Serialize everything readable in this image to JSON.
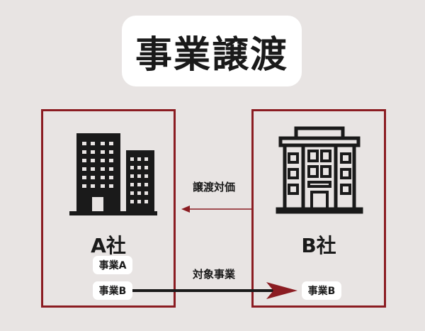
{
  "title": "事業譲渡",
  "company_a": {
    "name": "A社",
    "businesses": [
      "事業A",
      "事業B"
    ]
  },
  "company_b": {
    "name": "B社",
    "business": "事業B"
  },
  "arrows": {
    "consideration": "譲渡対価",
    "transfer": "対象事業"
  },
  "colors": {
    "frame": "#8b1c22",
    "arrow_bold": "#1a1a1a",
    "arrow_thin": "#8b1c22",
    "background": "#e8e4e3"
  },
  "icons": {
    "a_building": "office-tower-icon",
    "b_building": "office-building-icon"
  }
}
